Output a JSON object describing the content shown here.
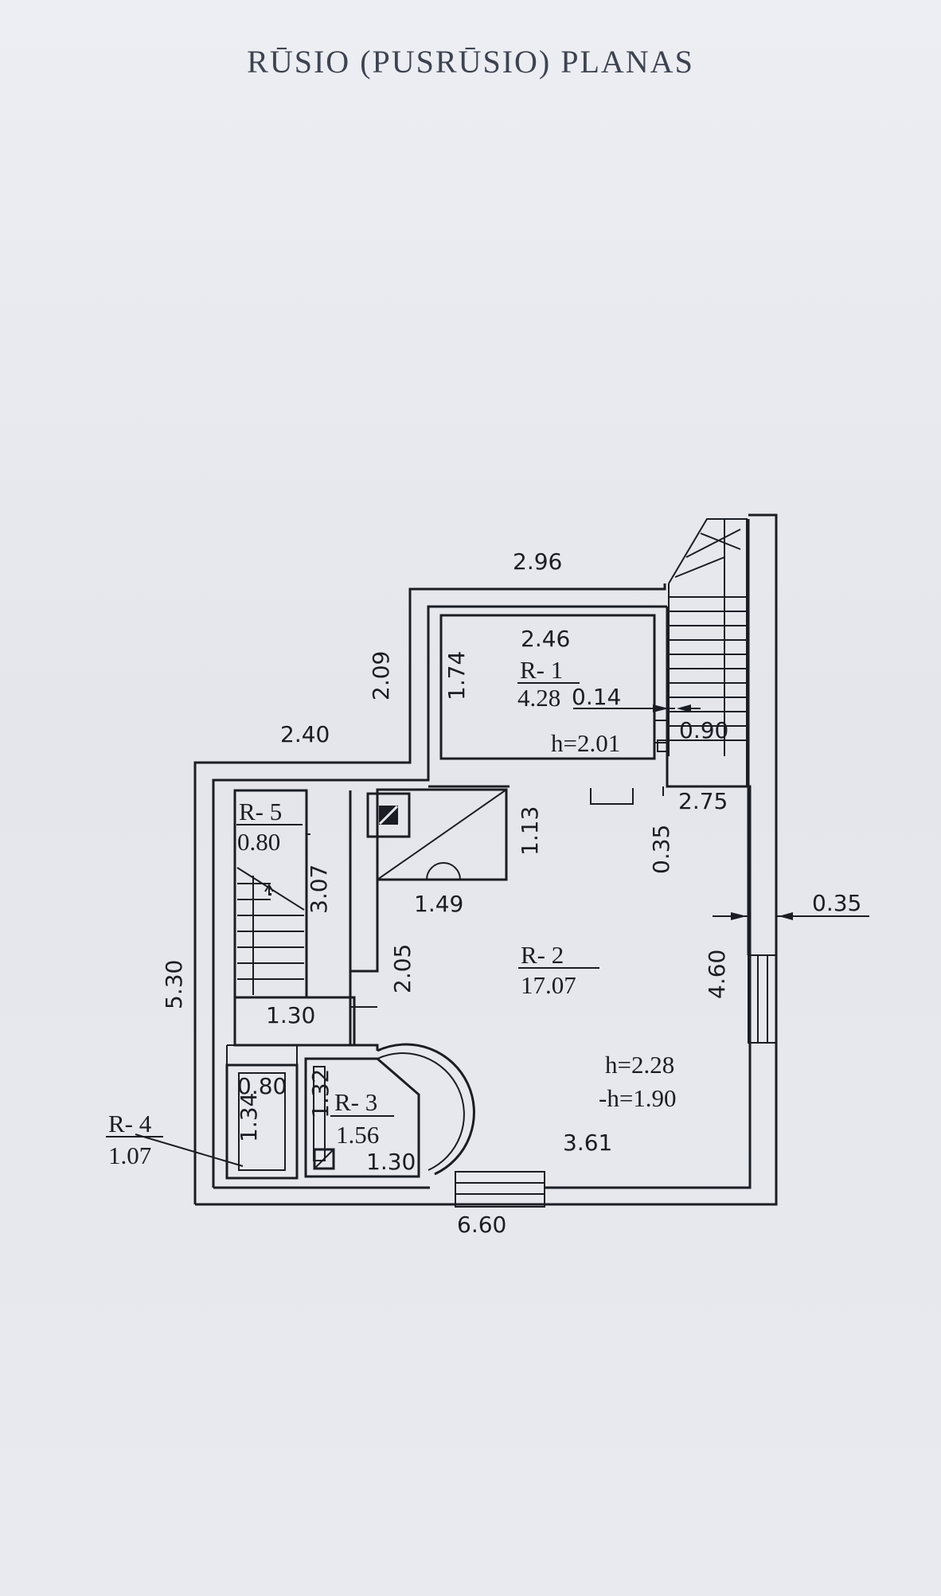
{
  "title": "RŪSIO (PUSRŪSIO) PLANAS",
  "rooms": {
    "r1": {
      "id": "R- 1",
      "area": "4.28",
      "height": "h=2.01"
    },
    "r2": {
      "id": "R- 2",
      "area": "17.07",
      "height": "h=2.28",
      "height_below": "-h=1.90"
    },
    "r3": {
      "id": "R- 3",
      "area": "1.56"
    },
    "r4": {
      "id": "R- 4",
      "area": "1.07"
    },
    "r5": {
      "id": "R- 5",
      "area": "0.80"
    }
  },
  "dimensions": {
    "top_width": "2.96",
    "r1_width": "2.46",
    "r1_height": "1.74",
    "left_upper_height": "2.09",
    "left_upper_width": "2.40",
    "r1_gap": "0.14",
    "stair_width": "0.90",
    "stair_length": "2.75",
    "small_offset": "0.35",
    "wall_thickness": "0.35",
    "closet_height": "1.13",
    "closet_width": "1.49",
    "r5_length": "3.07",
    "r5_width": "1.30",
    "partition_length": "2.05",
    "r2_height": "4.60",
    "total_height": "5.30",
    "r4_width": "0.80",
    "r4_height": "1.34",
    "r3_height": "1.32",
    "r3_width": "1.30",
    "bottom_inner": "3.61",
    "total_width": "6.60"
  }
}
